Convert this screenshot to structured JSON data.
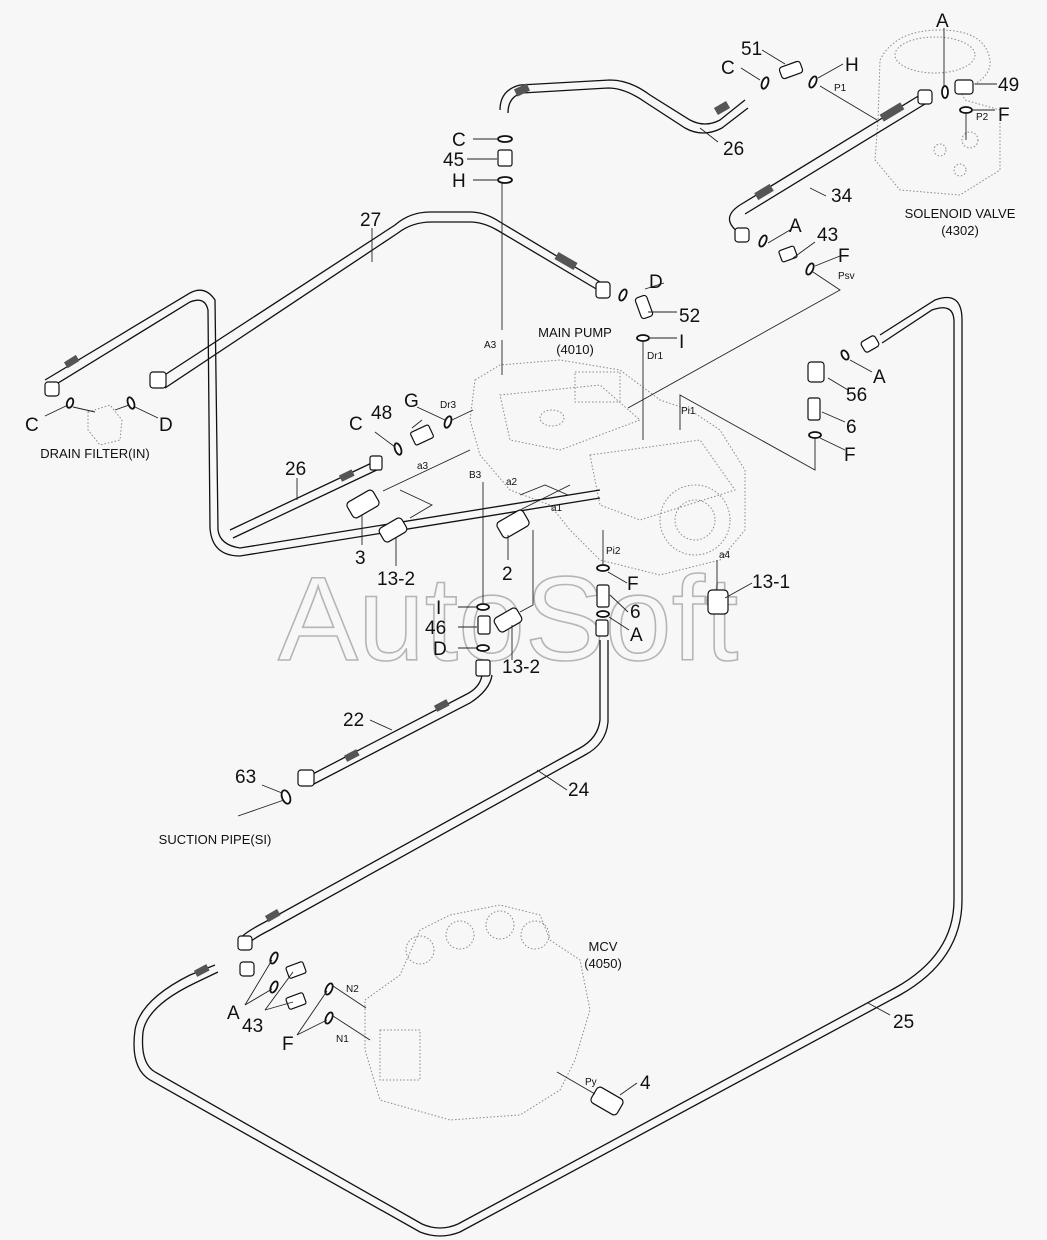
{
  "diagram": {
    "components": {
      "main_pump": {
        "name": "MAIN PUMP",
        "code": "(4010)"
      },
      "solenoid_valve": {
        "name": "SOLENOID VALVE",
        "code": "(4302)"
      },
      "mcv": {
        "name": "MCV",
        "code": "(4050)"
      },
      "drain_filter": {
        "name": "DRAIN FILTER(IN)"
      },
      "suction_pipe": {
        "name": "SUCTION PIPE(SI)"
      }
    },
    "ports": {
      "a3_top": "A3",
      "dr1": "Dr1",
      "dr3": "Dr3",
      "b3": "B3",
      "pi1": "Pi1",
      "pi2": "Pi2",
      "a1": "a1",
      "a2": "a2",
      "a3": "a3",
      "a4": "a4",
      "p1": "P1",
      "p2": "P2",
      "psv": "Psv",
      "n1": "N1",
      "n2": "N2",
      "py": "Py"
    },
    "callouts": {
      "n51": "51",
      "c_top1": "C",
      "h_top1": "H",
      "a_sv": "A",
      "n49": "49",
      "f_sv": "F",
      "n26_top": "26",
      "n34": "34",
      "c_45": "C",
      "n45": "45",
      "h_45": "H",
      "n27": "27",
      "a_43": "A",
      "n43_top": "43",
      "f_psv": "F",
      "d_52": "D",
      "n52": "52",
      "i_52": "I",
      "a_56": "A",
      "n56": "56",
      "n6_right": "6",
      "f_right": "F",
      "c_drain": "C",
      "d_drain": "D",
      "c_48": "C",
      "n48": "48",
      "g_48": "G",
      "n26_left": "26",
      "n3": "3",
      "n13_2_left": "13-2",
      "n2": "2",
      "f_pi2": "F",
      "n6_mid": "6",
      "a_mid": "A",
      "n13_1": "13-1",
      "i_46": "I",
      "n46": "46",
      "d_46": "D",
      "n13_2_mid": "13-2",
      "n22": "22",
      "n63": "63",
      "n24": "24",
      "a_mcv": "A",
      "n43_mcv": "43",
      "f_mcv": "F",
      "n25": "25",
      "n4": "4"
    }
  },
  "watermark": "AutoSoft"
}
